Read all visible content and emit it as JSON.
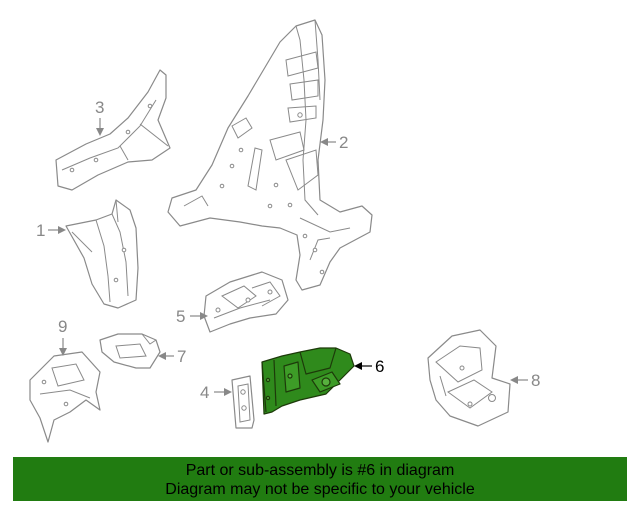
{
  "callouts": {
    "c1": "1",
    "c2": "2",
    "c3": "3",
    "c4": "4",
    "c5": "5",
    "c6": "6",
    "c7": "7",
    "c8": "8",
    "c9": "9"
  },
  "highlight_part": "6",
  "colors": {
    "line_art": "#8a8a8a",
    "highlight_fill": "#2f8a1c",
    "banner_bg": "#217c11",
    "callout_text": "#888888",
    "highlight_callout_text": "#000000"
  },
  "banner": {
    "line1": "Part or sub-assembly is #6 in diagram",
    "line2": "Diagram may not be specific to your vehicle"
  }
}
